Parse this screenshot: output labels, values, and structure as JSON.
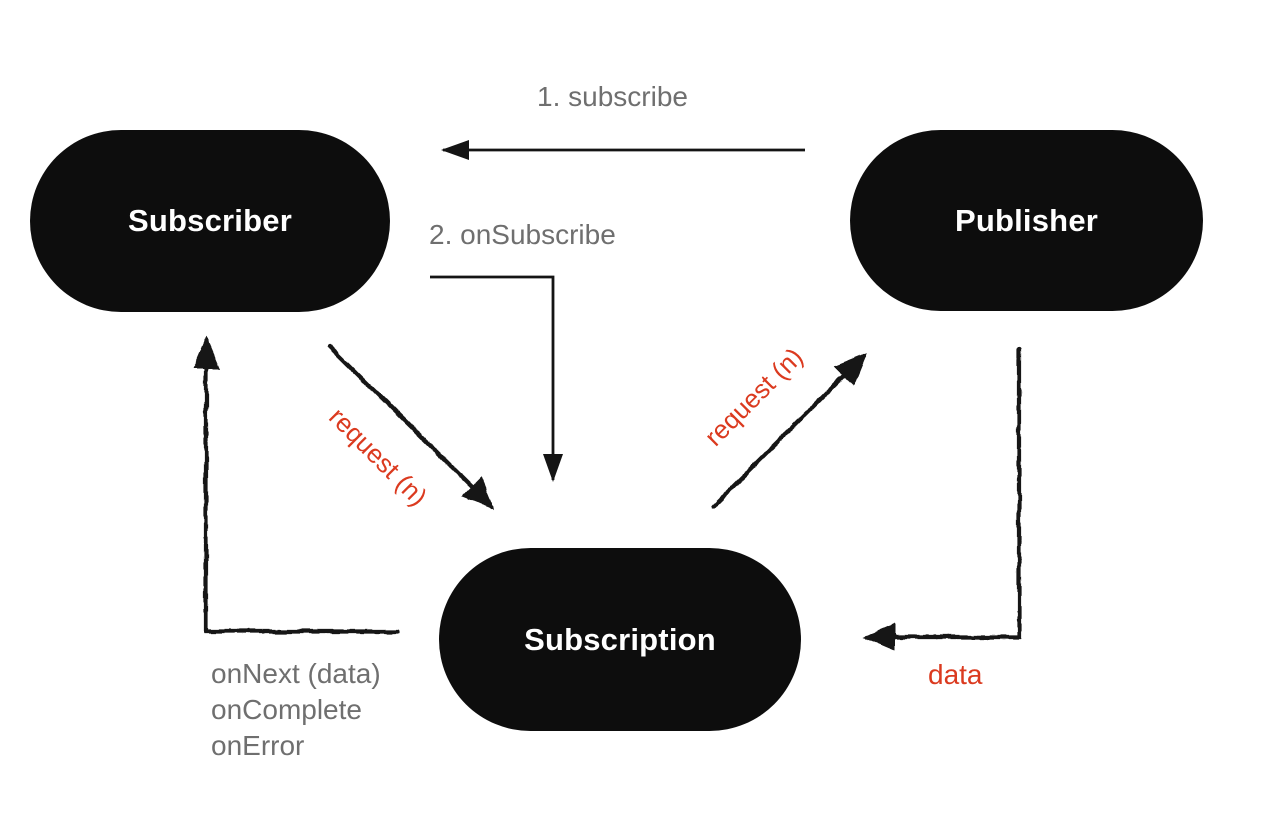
{
  "diagram": {
    "nodes": {
      "subscriber": {
        "label": "Subscriber"
      },
      "publisher": {
        "label": "Publisher"
      },
      "subscription": {
        "label": "Subscription"
      }
    },
    "edges": {
      "subscribe": {
        "label": "1. subscribe",
        "from": "publisher",
        "to": "subscriber",
        "style": "clean"
      },
      "on_subscribe": {
        "label": "2. onSubscribe",
        "from": "subscriber",
        "to": "subscription",
        "style": "clean"
      },
      "request_left": {
        "label": "request (n)",
        "from": "subscriber",
        "to": "subscription",
        "style": "sketchy"
      },
      "request_right": {
        "label": "request (n)",
        "from": "subscription",
        "to": "publisher",
        "style": "sketchy"
      },
      "data": {
        "label": "data",
        "from": "publisher",
        "to": "subscription",
        "style": "sketchy"
      },
      "callbacks": {
        "from": "subscription",
        "to": "subscriber",
        "style": "sketchy",
        "labels": {
          "on_next": "onNext (data)",
          "on_complete": "onComplete",
          "on_error": "onError"
        }
      }
    },
    "colors": {
      "node_fill": "#0d0d0d",
      "node_text": "#ffffff",
      "label_gray": "#6f6f6f",
      "label_red": "#db3a1f",
      "arrow_black": "#141414"
    }
  }
}
